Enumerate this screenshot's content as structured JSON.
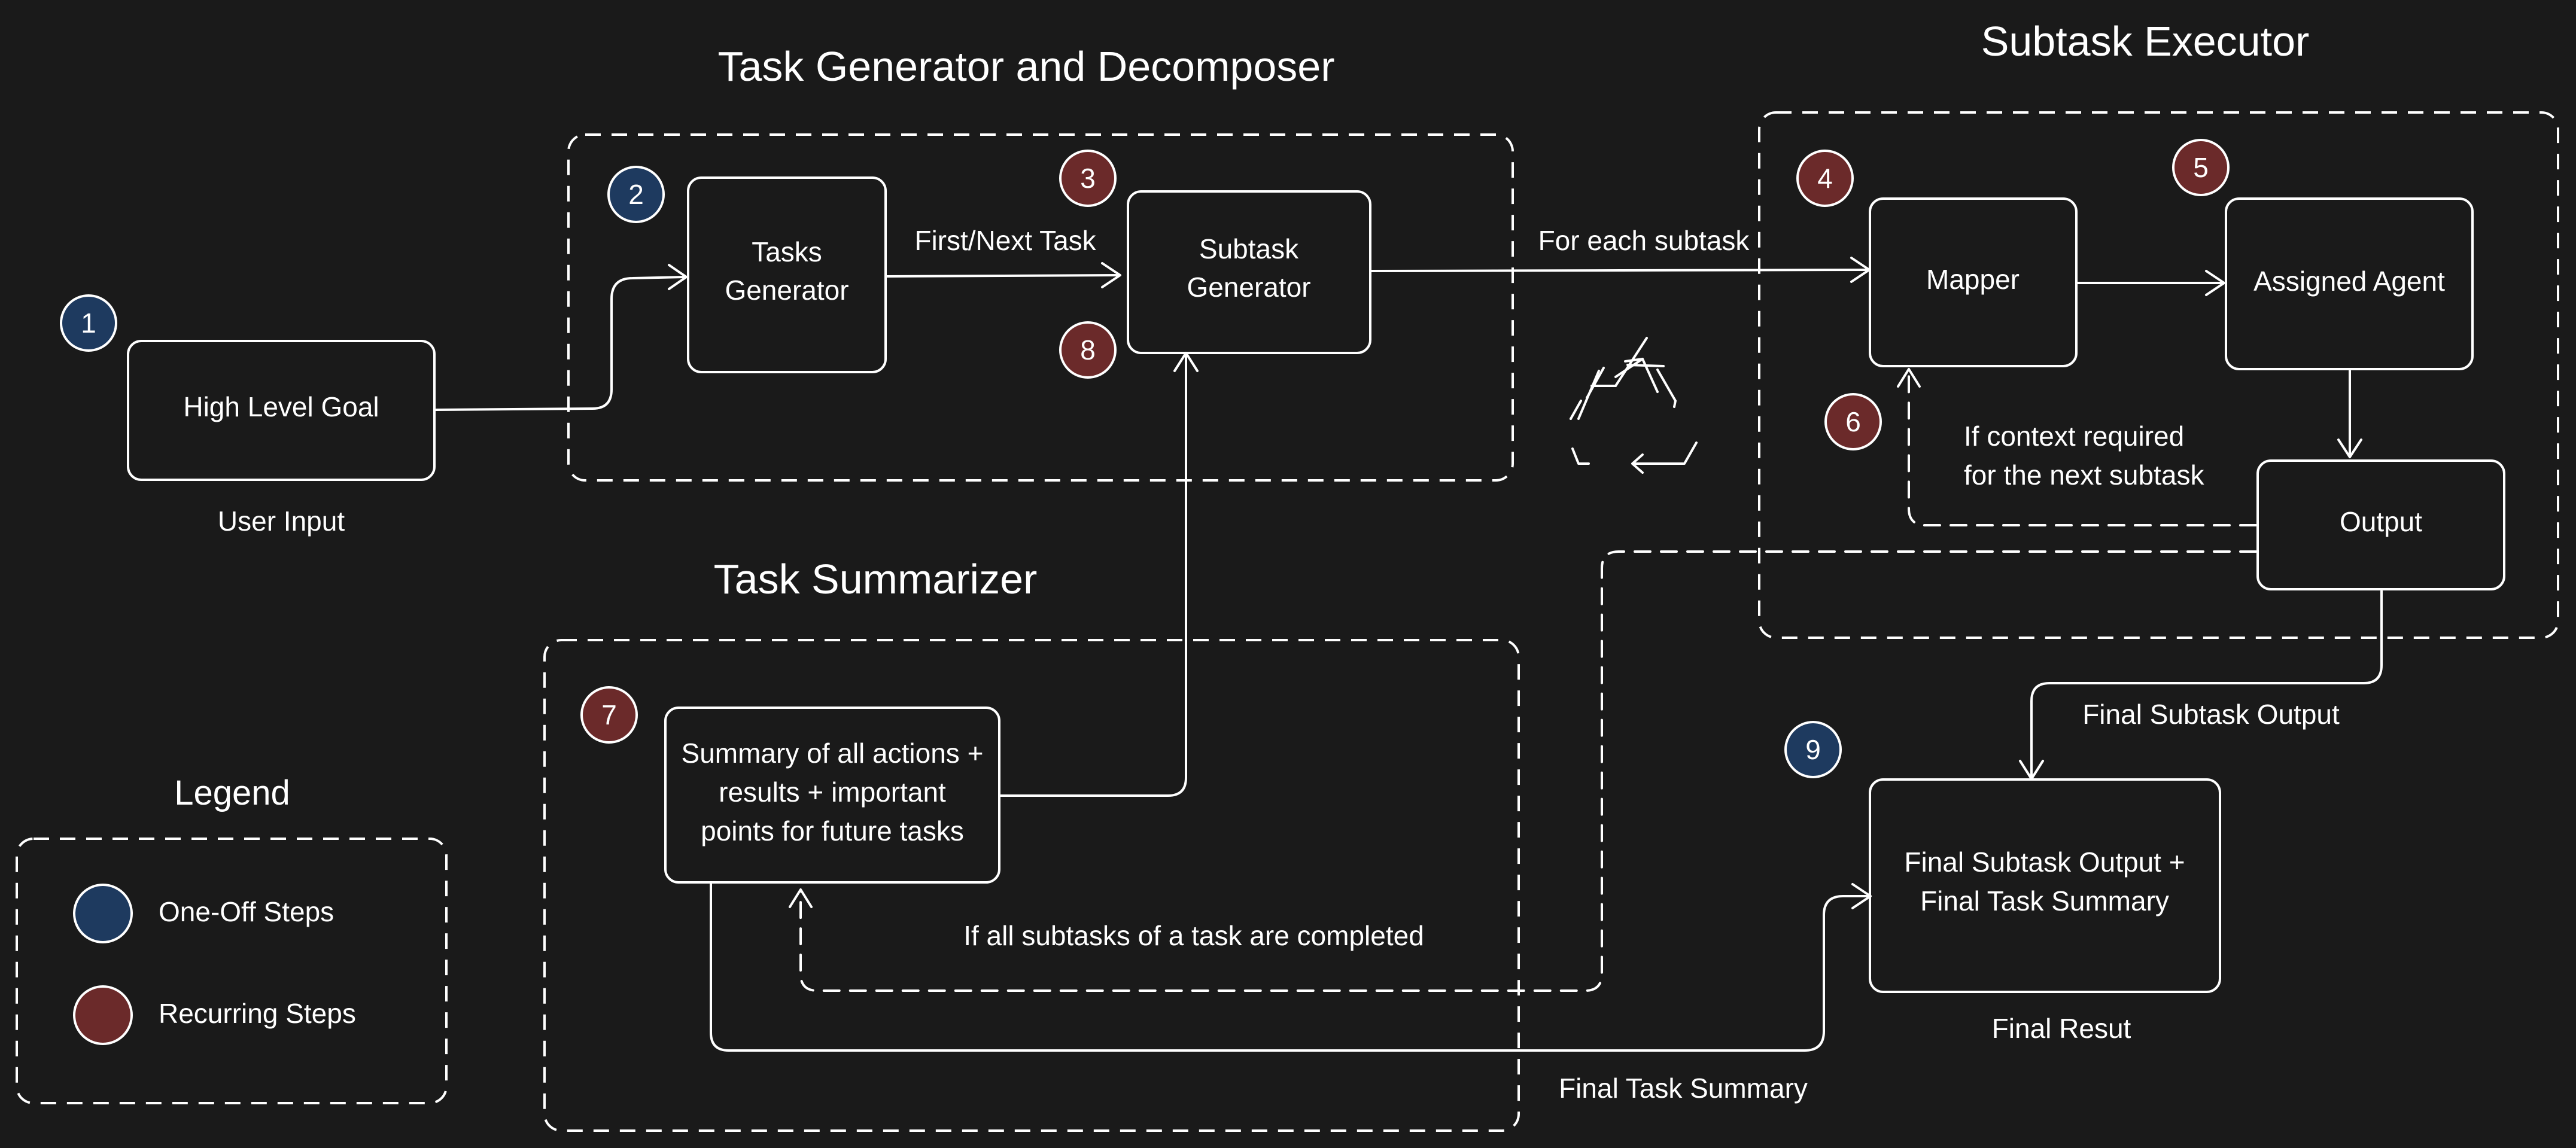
{
  "colors": {
    "background": "#1a1a1a",
    "stroke": "#ffffff",
    "one_off": "#1e3a5f",
    "recurring": "#6b2a2a"
  },
  "groups": {
    "decomposer_title": "Task Generator and Decomposer",
    "executor_title": "Subtask Executor",
    "summarizer_title": "Task Summarizer"
  },
  "nodes": {
    "high_level_goal": "High Level Goal",
    "tasks_generator": [
      "Tasks",
      "Generator"
    ],
    "subtask_generator": [
      "Subtask",
      "Generator"
    ],
    "mapper": "Mapper",
    "assigned_agent": "Assigned Agent",
    "output": "Output",
    "summary": [
      "Summary of all actions +",
      "results + important",
      "points for future tasks"
    ],
    "final_result": [
      "Final Subtask Output +",
      "Final Task Summary"
    ]
  },
  "captions": {
    "user_input": "User Input",
    "final_result": "Final Resut"
  },
  "edge_labels": {
    "first_next_task": "First/Next Task",
    "for_each_subtask": "For each subtask",
    "context_required": [
      "If context required",
      "for the next subtask"
    ],
    "all_subtasks_done": "If all subtasks of a task are completed",
    "final_subtask_output": "Final Subtask Output",
    "final_task_summary": "Final Task Summary"
  },
  "badges": {
    "b1": "1",
    "b2": "2",
    "b3": "3",
    "b4": "4",
    "b5": "5",
    "b6": "6",
    "b7": "7",
    "b8": "8",
    "b9": "9"
  },
  "legend": {
    "title": "Legend",
    "one_off": "One-Off Steps",
    "recurring": "Recurring Steps"
  },
  "icons": {
    "recycle": "recycle-icon"
  }
}
